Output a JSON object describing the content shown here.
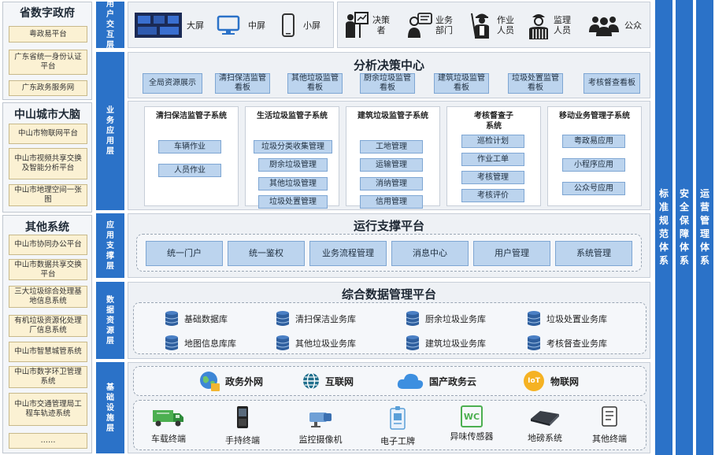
{
  "left": {
    "groups": [
      {
        "title": "省数字政府",
        "items": [
          "粤政易平台",
          "广东省统一身份认证平台",
          "广东政务服务网"
        ]
      },
      {
        "title": "中山城市大脑",
        "items": [
          "中山市物联网平台",
          "中山市视频共享交换及智能分析平台",
          "中山市地理空间一张图"
        ]
      },
      {
        "title": "其他系统",
        "items": [
          "中山市协同办公平台",
          "中山市数据共享交换平台",
          "三大垃圾综合处理基地信息系统",
          "有机垃圾资源化处理厂信息系统",
          "中山市智慧城管系统",
          "中山市数字环卫管理系统",
          "中山市交通管理局工程车轨迹系统",
          "……"
        ]
      }
    ]
  },
  "layers": [
    "用户交互层",
    "业务应用层",
    "应用支撑层",
    "数据资源层",
    "基础设施层"
  ],
  "user": {
    "screens": [
      "大屏",
      "中屏",
      "小屏"
    ],
    "roles": [
      "决策者",
      "业务部门",
      "作业人员",
      "监理人员",
      "公众"
    ]
  },
  "analysis": {
    "title": "分析决策中心",
    "items": [
      "全局资源展示",
      "清扫保洁监管看板",
      "其他垃圾监管看板",
      "厨余垃圾监管看板",
      "建筑垃圾监管看板",
      "垃圾处置监管看板",
      "考核督查看板"
    ]
  },
  "subsystems": [
    {
      "title": "清扫保洁监管子系统",
      "items": [
        "车辆作业",
        "人员作业"
      ]
    },
    {
      "title": "生活垃圾监管子系统",
      "items": [
        "垃圾分类收集管理",
        "厨余垃圾管理",
        "其他垃圾管理",
        "垃圾处置管理"
      ]
    },
    {
      "title": "建筑垃圾监管子系统",
      "items": [
        "工地管理",
        "运输管理",
        "消纳管理",
        "信用管理"
      ]
    },
    {
      "title": "考核督查子系统",
      "items": [
        "巡检计划",
        "作业工单",
        "考核管理",
        "考核评价"
      ]
    },
    {
      "title": "移动业务管理子系统",
      "items": [
        "粤政易应用",
        "小程序应用",
        "公众号应用"
      ]
    }
  ],
  "support": {
    "title": "运行支撑平台",
    "items": [
      "统一门户",
      "统一鉴权",
      "业务流程管理",
      "消息中心",
      "用户管理",
      "系统管理"
    ]
  },
  "data": {
    "title": "综合数据管理平台",
    "items": [
      "基础数据库",
      "清扫保洁业务库",
      "厨余垃圾业务库",
      "垃圾处置业务库",
      "地图信息库库",
      "其他垃圾业务库",
      "建筑垃圾业务库",
      "考核督查业务库"
    ]
  },
  "infra": {
    "networks": [
      "政务外网",
      "互联网",
      "国产政务云",
      "物联网"
    ],
    "iot_badge": "IoT",
    "wc_badge": "WC",
    "devices": [
      "车载终端",
      "手持终端",
      "监控摄像机",
      "电子工牌",
      "异味传感器",
      "地磅系统",
      "其他终端"
    ]
  },
  "systems": [
    "标准规范体系",
    "安全保障体系",
    "运营管理体系"
  ],
  "colors": {
    "accent": "#2b72c8",
    "bluebox": "#bcd4ee",
    "leftbox": "#fbf1d3"
  }
}
